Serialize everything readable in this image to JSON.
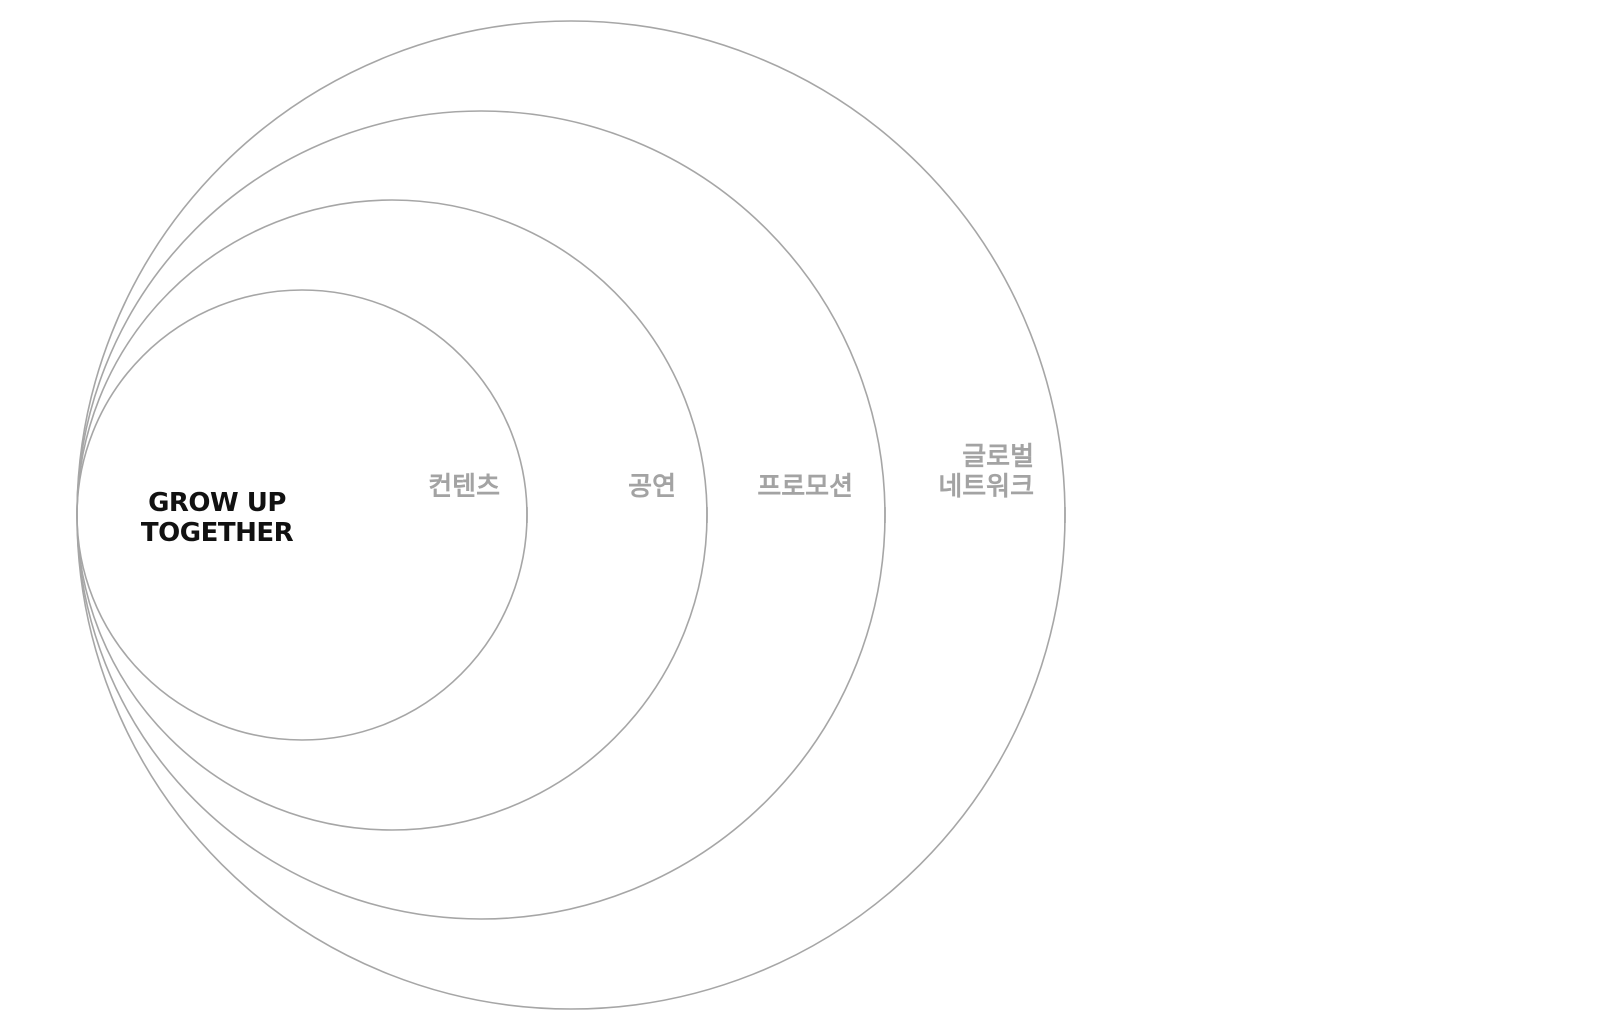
{
  "core": {
    "line1": "GROW UP",
    "line2": "TOGETHER"
  },
  "rings": [
    {
      "label_lines": [
        "컨텐츠"
      ]
    },
    {
      "label_lines": [
        "공연"
      ]
    },
    {
      "label_lines": [
        "프로모션"
      ]
    },
    {
      "label_lines": [
        "글로벌",
        "네트워크"
      ]
    }
  ],
  "colors": {
    "ring_stroke": "#a6a6a6",
    "ring_label": "#a3a3a3",
    "core_text": "#111111",
    "background": "#ffffff"
  }
}
